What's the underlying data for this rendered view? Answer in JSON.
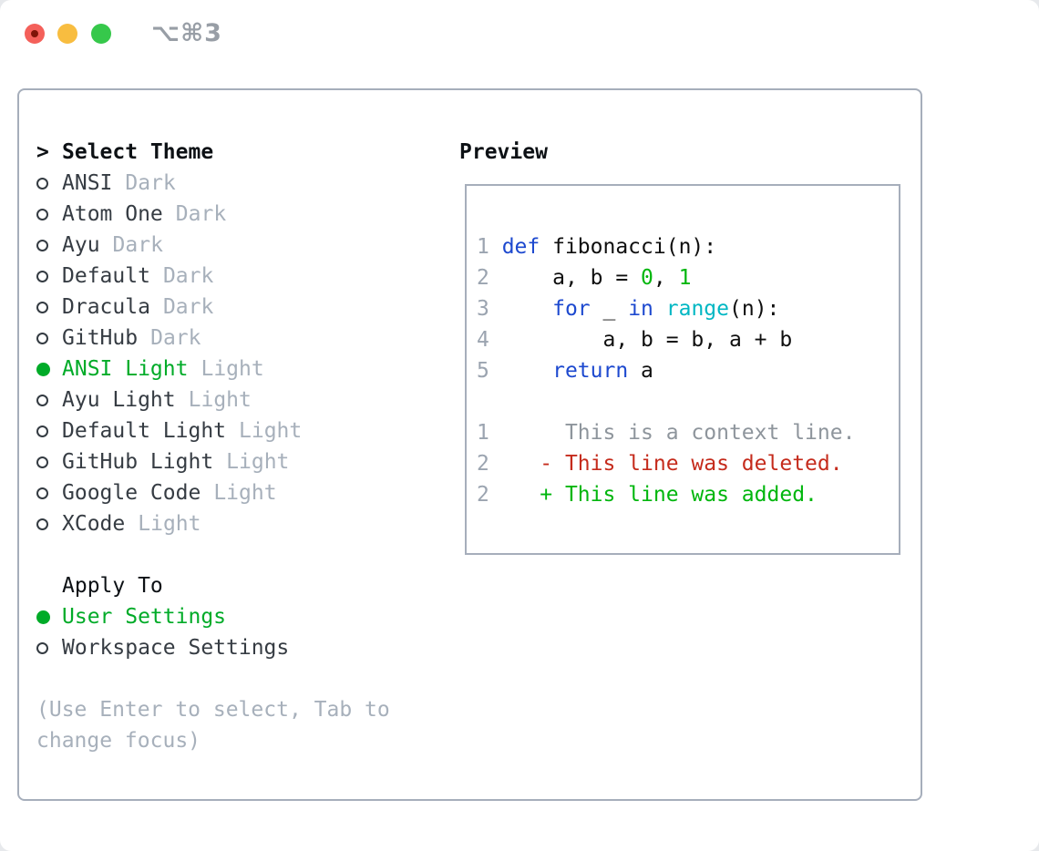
{
  "window": {
    "title_shortcut": "⌥⌘3"
  },
  "theme_list": {
    "cursor": ">",
    "header": "Select Theme",
    "items": [
      {
        "name": "ANSI",
        "tag": "Dark",
        "selected": false
      },
      {
        "name": "Atom One",
        "tag": "Dark",
        "selected": false
      },
      {
        "name": "Ayu",
        "tag": "Dark",
        "selected": false
      },
      {
        "name": "Default",
        "tag": "Dark",
        "selected": false
      },
      {
        "name": "Dracula",
        "tag": "Dark",
        "selected": false
      },
      {
        "name": "GitHub",
        "tag": "Dark",
        "selected": false
      },
      {
        "name": "ANSI Light",
        "tag": "Light",
        "selected": true
      },
      {
        "name": "Ayu Light",
        "tag": "Light",
        "selected": false
      },
      {
        "name": "Default Light",
        "tag": "Light",
        "selected": false
      },
      {
        "name": "GitHub Light",
        "tag": "Light",
        "selected": false
      },
      {
        "name": "Google Code",
        "tag": "Light",
        "selected": false
      },
      {
        "name": "XCode",
        "tag": "Light",
        "selected": false
      }
    ]
  },
  "apply_to": {
    "header": "Apply To",
    "options": [
      {
        "label": "User Settings",
        "selected": true
      },
      {
        "label": "Workspace Settings",
        "selected": false
      }
    ]
  },
  "help_lines": [
    "(Use Enter to select, Tab to",
    "change focus)"
  ],
  "preview": {
    "header": "Preview",
    "code_lines": [
      [
        [
          "1 ",
          "ln"
        ],
        [
          "def",
          "kw"
        ],
        [
          " fibonacci(n):",
          "fg"
        ]
      ],
      [
        [
          "2 ",
          "ln"
        ],
        [
          "    a, b = ",
          "fg"
        ],
        [
          "0",
          "lit"
        ],
        [
          ", ",
          "fg"
        ],
        [
          "1",
          "lit"
        ]
      ],
      [
        [
          "3 ",
          "ln"
        ],
        [
          "    ",
          "fg"
        ],
        [
          "for",
          "kw"
        ],
        [
          " _ ",
          "fg"
        ],
        [
          "in",
          "kw"
        ],
        [
          " ",
          "fg"
        ],
        [
          "range",
          "fn"
        ],
        [
          "(n):",
          "fg"
        ]
      ],
      [
        [
          "4 ",
          "ln"
        ],
        [
          "        a, b = b, a + b",
          "fg"
        ]
      ],
      [
        [
          "5 ",
          "ln"
        ],
        [
          "    ",
          "fg"
        ],
        [
          "return",
          "kw"
        ],
        [
          " a",
          "fg"
        ]
      ],
      [],
      [
        [
          "1 ",
          "ln"
        ],
        [
          "     This is a context line.",
          "ctx"
        ]
      ],
      [
        [
          "2 ",
          "ln"
        ],
        [
          "   - This line was deleted.",
          "del"
        ]
      ],
      [
        [
          "2 ",
          "ln"
        ],
        [
          "   + This line was added.",
          "add"
        ]
      ]
    ]
  },
  "colors": {
    "selection_green": "#00ab28",
    "keyword_blue": "#1d49cf",
    "function_cyan": "#00b7c3",
    "literal_green": "#00b60d",
    "deleted_red": "#c52b1c",
    "context_gray": "#8e959c",
    "muted_gray": "#a7b0bb",
    "text_dark": "#363c43",
    "border_gray": "#a6aebb",
    "traffic_red": "#f4605a",
    "traffic_yellow": "#f8bd40",
    "traffic_green": "#36c84b"
  }
}
